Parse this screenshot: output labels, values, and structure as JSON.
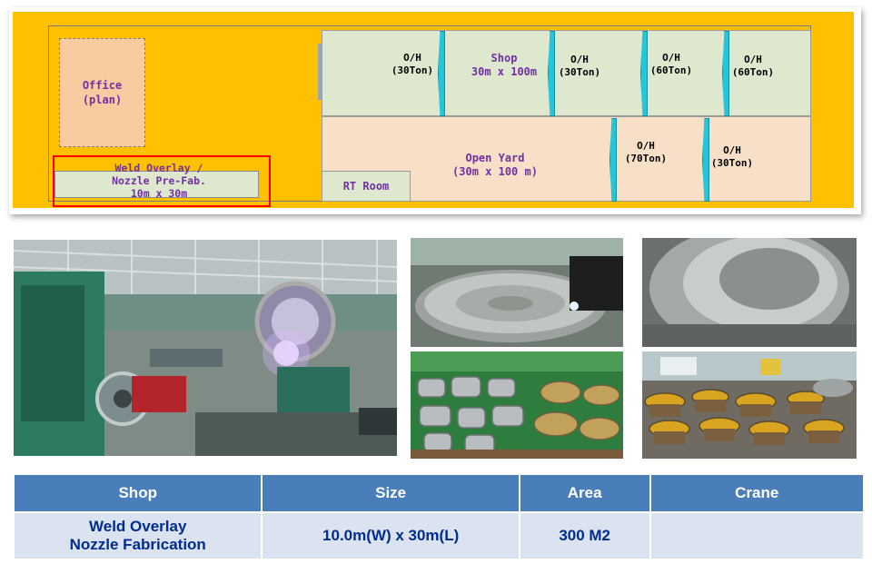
{
  "plan": {
    "office_label": "Office\n(plan)",
    "weld_label": "Weld Overlay /\nNozzle Pre-Fab.\n10m x 30m",
    "shop_label": "Shop\n30m x 100m",
    "yard_label": "Open Yard\n(30m x 100 m)",
    "rt_room_label": "RT Room",
    "cranes": [
      {
        "label": "O/H\n(30Ton)"
      },
      {
        "label": "O/H\n(30Ton)"
      },
      {
        "label": "O/H\n(60Ton)"
      },
      {
        "label": "O/H\n(60Ton)"
      },
      {
        "label": "O/H\n(70Ton)"
      },
      {
        "label": "O/H\n(30Ton)"
      }
    ],
    "colors": {
      "background": "#ffc000",
      "shop": "#dde8cf",
      "yard": "#f8e0c8",
      "office": "#f8cba1",
      "crane": "#26c6da",
      "label_text": "#7030a0",
      "highlight": "#ff0000"
    }
  },
  "photos": [
    {
      "name": "welding-station-photo"
    },
    {
      "name": "disc-overlay-photo"
    },
    {
      "name": "pipe-interior-photo"
    },
    {
      "name": "nozzle-parts-photo"
    },
    {
      "name": "flange-rings-photo"
    }
  ],
  "table": {
    "headers": [
      "Shop",
      "Size",
      "Area",
      "Crane"
    ],
    "row": {
      "shop": "Weld Overlay\nNozzle Fabrication",
      "size": "10.0m(W) x 30m(L)",
      "area": "300  M2",
      "crane": ""
    },
    "colors": {
      "header_bg": "#4a7ebb",
      "cell_bg": "#dbe3f1",
      "cell_text": "#002b8f"
    }
  }
}
